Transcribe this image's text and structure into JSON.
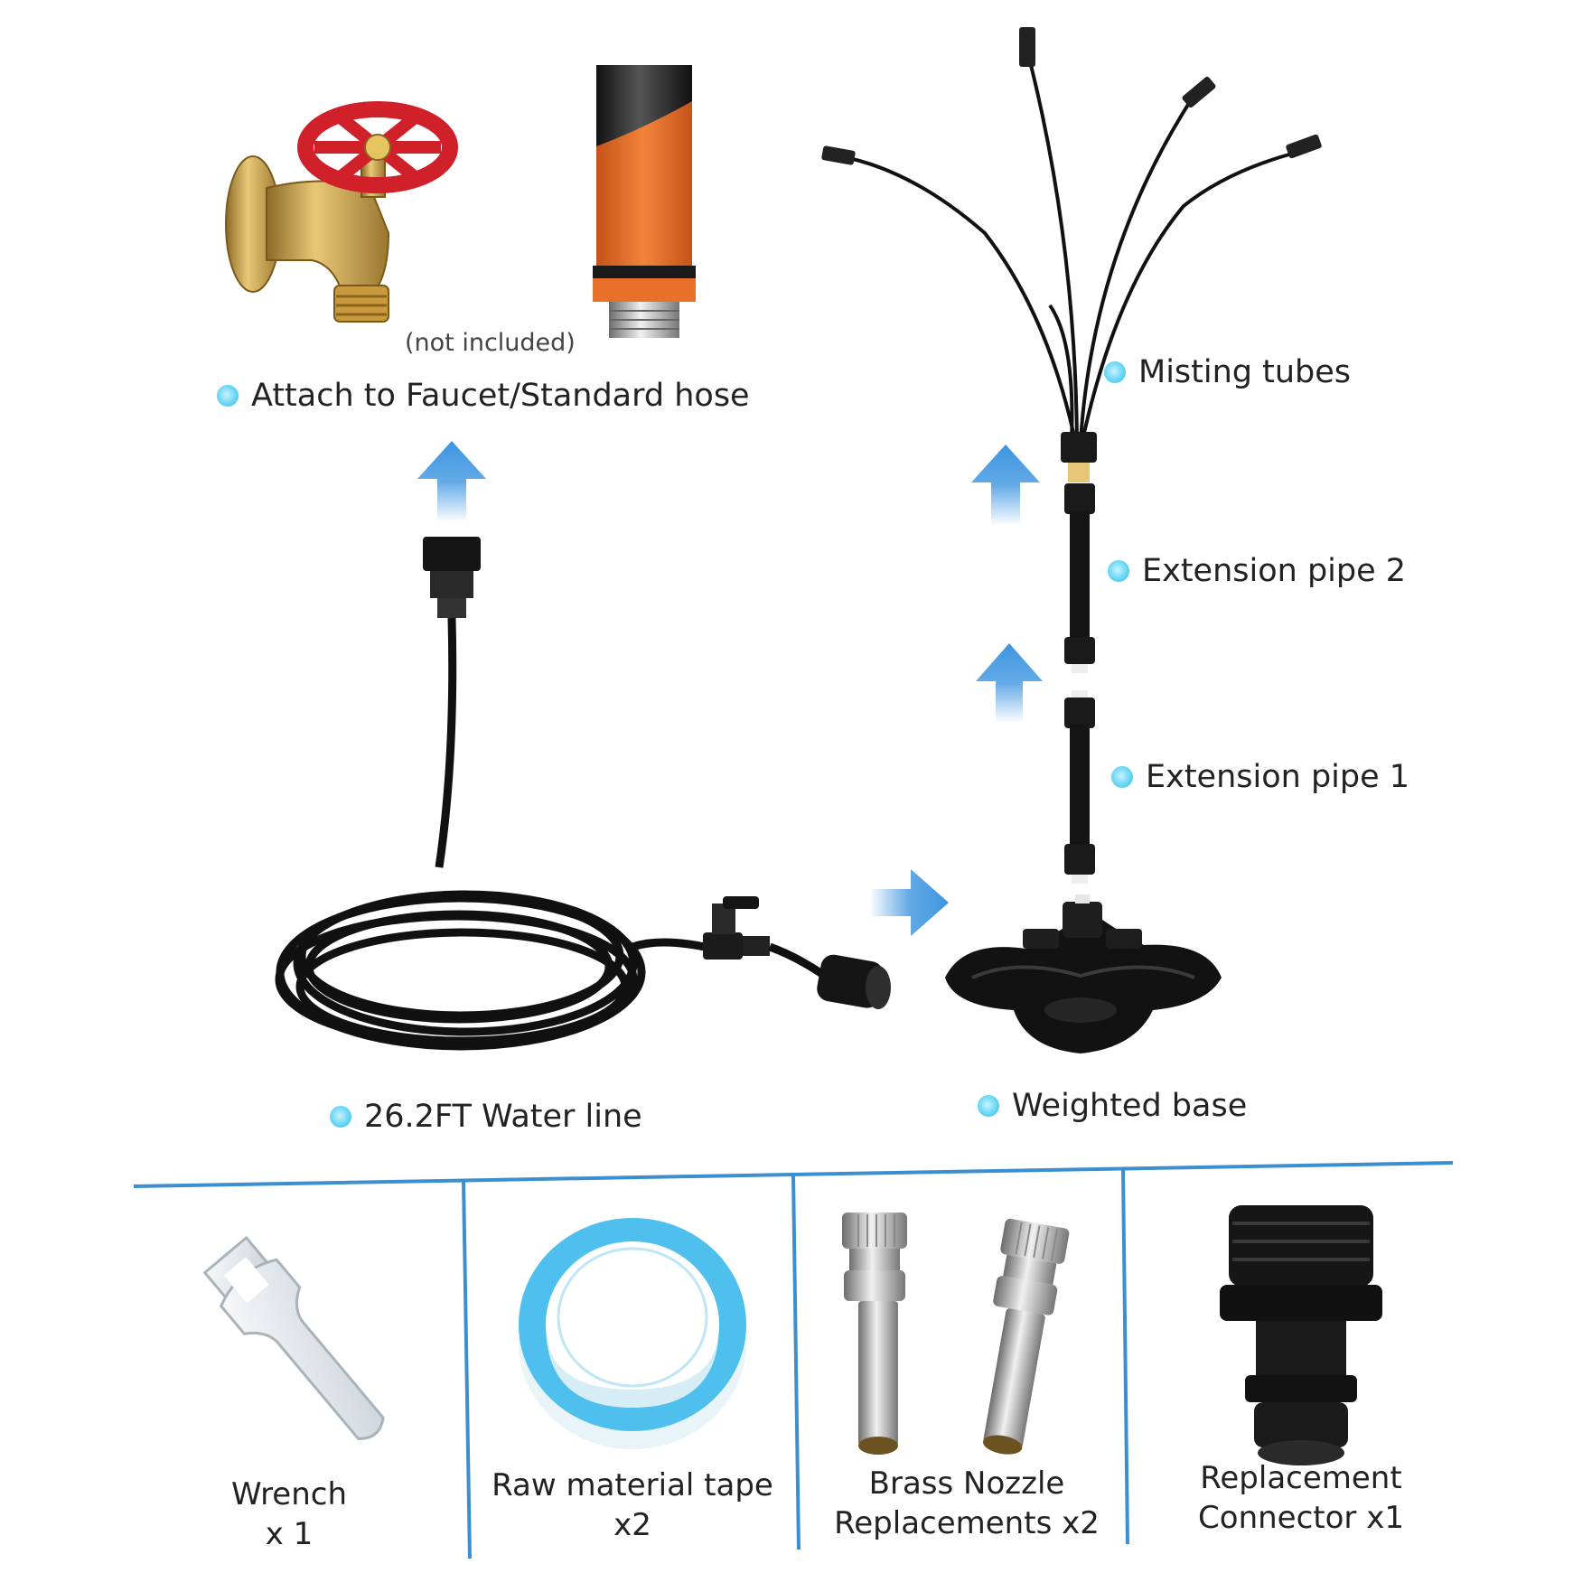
{
  "top_labels": {
    "not_included": "(not included)",
    "faucet": "Attach to Faucet/Standard hose",
    "misting_tubes": "Misting tubes",
    "extension_pipe_2": "Extension pipe 2",
    "extension_pipe_1": "Extension pipe 1",
    "water_line": "26.2FT Water line",
    "weighted_base": "Weighted base"
  },
  "accessories": [
    {
      "line1": "Wrench",
      "line2": "x 1"
    },
    {
      "line1": "Raw material tape",
      "line2": "x2"
    },
    {
      "line1": "Brass Nozzle",
      "line2": "Replacements x2"
    },
    {
      "line1": "Replacement",
      "line2": "Connector x1"
    }
  ],
  "colors": {
    "bullet": "#5fd3f3",
    "arrow": "#3d95e0",
    "divider": "#3b8fd1",
    "valve_handle": "#d0202a",
    "brass": "#c9a24a",
    "adapter": "#e8702a",
    "tape": "#4fc0ee"
  },
  "icons": [
    "faucet-icon",
    "hose-adapter-icon",
    "misting-tubes-icon",
    "extension-pipe-icon",
    "water-line-coil-icon",
    "weighted-base-icon",
    "wrench-icon",
    "tape-roll-icon",
    "brass-nozzle-icon",
    "connector-icon",
    "arrow-up-icon",
    "arrow-right-icon"
  ]
}
